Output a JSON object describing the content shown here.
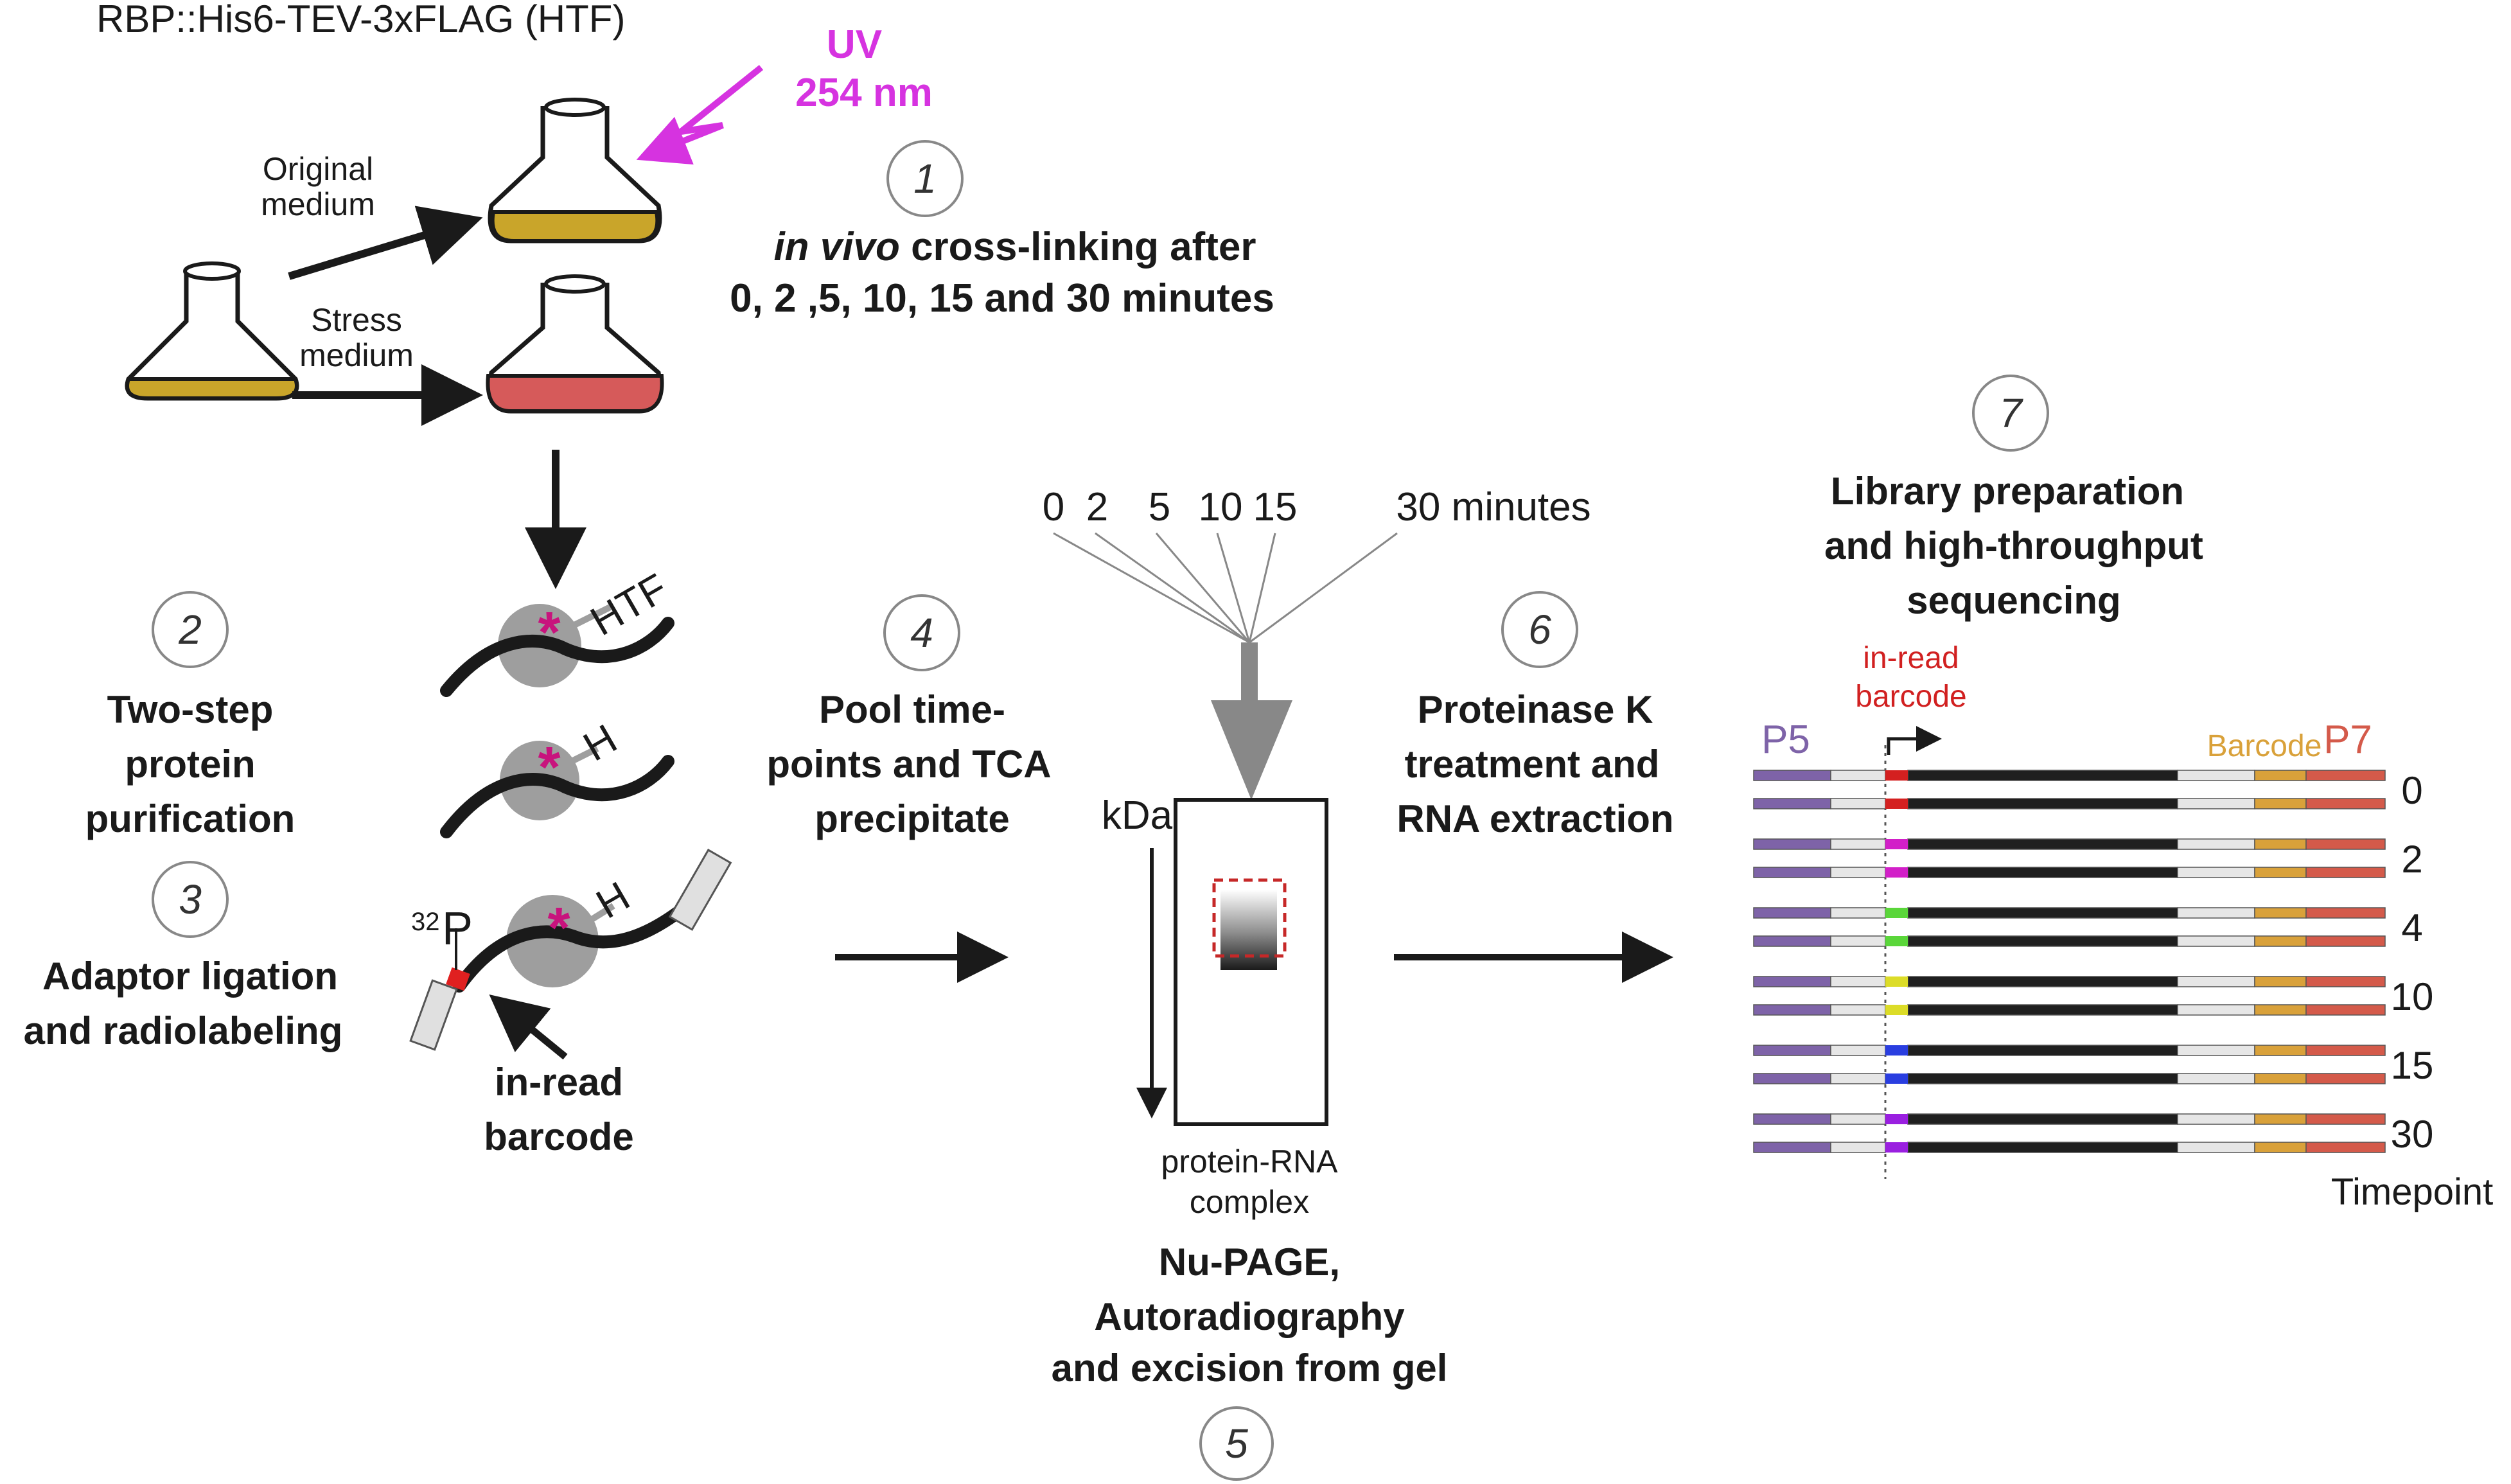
{
  "header": {
    "construct": "RBP::His6-TEV-3xFLAG (HTF)"
  },
  "uv": {
    "line1": "UV",
    "line2": "254 nm"
  },
  "media": {
    "original": [
      "Original",
      "medium"
    ],
    "stress": [
      "Stress",
      "medium"
    ]
  },
  "steps": {
    "s1": {
      "num": "1",
      "line1_italic": "in vivo",
      "line1_rest": " cross-linking after",
      "line2": "0, 2 ,5, 10, 15 and 30 minutes"
    },
    "s2": {
      "num": "2",
      "lines": [
        "Two-step",
        "protein",
        "purification"
      ]
    },
    "s3": {
      "num": "3",
      "lines": [
        "Adaptor ligation",
        "and radiolabeling"
      ]
    },
    "s4": {
      "num": "4",
      "lines": [
        "Pool time-",
        "points and TCA",
        "precipitate"
      ]
    },
    "s5": {
      "num": "5",
      "lines": [
        "Nu-PAGE,",
        "Autoradiography",
        "and excision from gel"
      ]
    },
    "s6": {
      "num": "6",
      "lines": [
        "Proteinase K",
        "treatment and",
        "RNA extraction"
      ]
    },
    "s7": {
      "num": "7",
      "lines": [
        "Library preparation",
        "and high-throughput",
        "sequencing"
      ]
    }
  },
  "protein": {
    "tag_htf": "HTF",
    "tag_h1": "H",
    "tag_h2": "H",
    "p32_sup": "32",
    "p32_main": "P",
    "inread_lines": [
      "in-read",
      "barcode"
    ]
  },
  "pool": {
    "labels": [
      "0",
      "2",
      "5",
      "10",
      "15",
      "30 minutes"
    ]
  },
  "gel": {
    "kda": "kDa",
    "complex_lines": [
      "protein-RNA",
      "complex"
    ]
  },
  "library": {
    "p5": "P5",
    "p7": "P7",
    "barcode": "Barcode",
    "inread_lines": [
      "in-read",
      "barcode"
    ],
    "timepoint_label": "Timepoint",
    "timepoints": [
      "0",
      "2",
      "4",
      "10",
      "15",
      "30"
    ],
    "barcode_colors": [
      "#d42020",
      "#d21fc8",
      "#5ad63a",
      "#dcdc28",
      "#2a3ee0",
      "#9a1fe0"
    ]
  },
  "colors": {
    "uv": "#d633e0",
    "asterisk": "#c8137d",
    "original_medium": "#c9a52a",
    "stress_medium": "#d65a5a",
    "p5_adapter": "#7e63a8",
    "p7_adapter": "#d45a4a",
    "barcode_segment": "#d9a13a",
    "inread_text": "#d12020",
    "gel_box": "#c62828"
  }
}
